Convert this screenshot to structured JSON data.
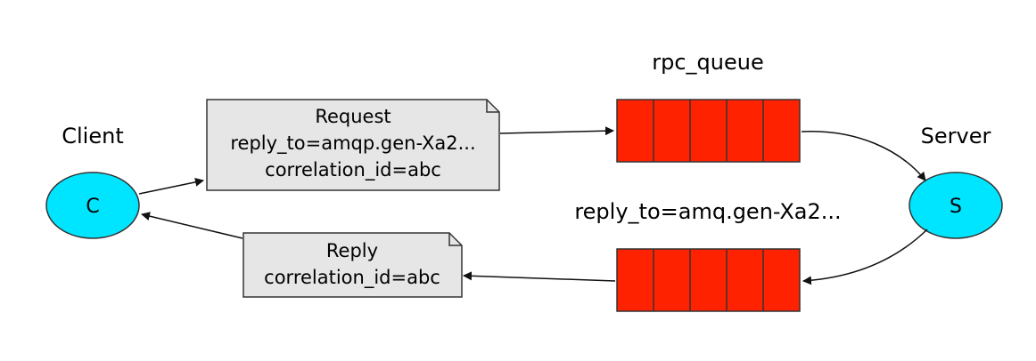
{
  "nodes": {
    "client": {
      "label": "Client",
      "symbol": "C"
    },
    "server": {
      "label": "Server",
      "symbol": "S"
    }
  },
  "queues": {
    "request_queue": {
      "label": "rpc_queue",
      "slots": 5
    },
    "reply_queue": {
      "label": "reply_to=amq.gen-Xa2...",
      "slots": 5
    }
  },
  "notes": {
    "request": {
      "lines": [
        "Request",
        "reply_to=amqp.gen-Xa2...",
        "correlation_id=abc"
      ]
    },
    "reply": {
      "lines": [
        "Reply",
        "correlation_id=abc"
      ]
    }
  },
  "colors": {
    "node_fill": "#00e5ff",
    "queue_fill": "#ff2200",
    "note_fill": "#e6e6e6",
    "stroke": "#333333"
  }
}
